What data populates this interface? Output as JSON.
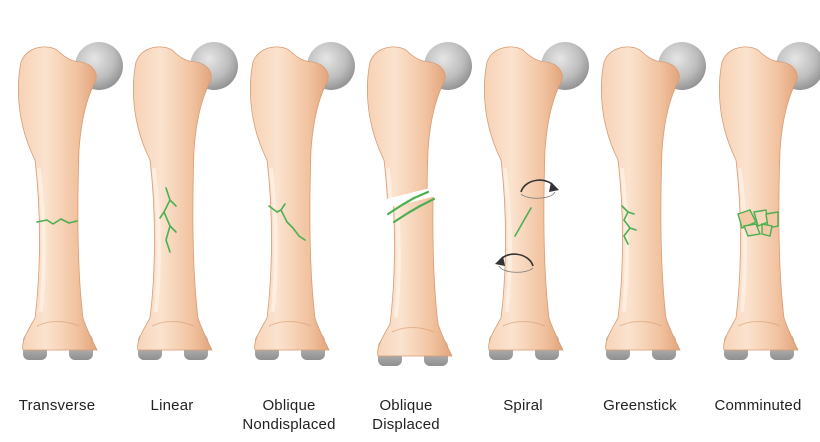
{
  "colors": {
    "bone_light": "#f9d9bf",
    "bone_mid": "#f0bf98",
    "bone_shadow": "#d99b72",
    "joint_gray": "#b9b9b9",
    "joint_gray_dark": "#8f8f8f",
    "fracture_green": "#4caf50",
    "arrow_dark": "#333333",
    "label_text": "#222222"
  },
  "fractures": [
    {
      "id": "transverse",
      "lines": [
        "Transverse"
      ],
      "crack": "transverse"
    },
    {
      "id": "linear",
      "lines": [
        "Linear"
      ],
      "crack": "linear"
    },
    {
      "id": "oblique-nondisplaced",
      "lines": [
        "Oblique",
        "Nondisplaced"
      ],
      "crack": "oblique"
    },
    {
      "id": "oblique-displaced",
      "lines": [
        "Oblique",
        "Displaced"
      ],
      "crack": "displaced"
    },
    {
      "id": "spiral",
      "lines": [
        "Spiral"
      ],
      "crack": "spiral",
      "icons": [
        "rotate-arrow-icon",
        "rotate-arrow-icon"
      ]
    },
    {
      "id": "greenstick",
      "lines": [
        "Greenstick"
      ],
      "crack": "greenstick"
    },
    {
      "id": "comminuted",
      "lines": [
        "Comminuted"
      ],
      "crack": "comminuted"
    }
  ]
}
